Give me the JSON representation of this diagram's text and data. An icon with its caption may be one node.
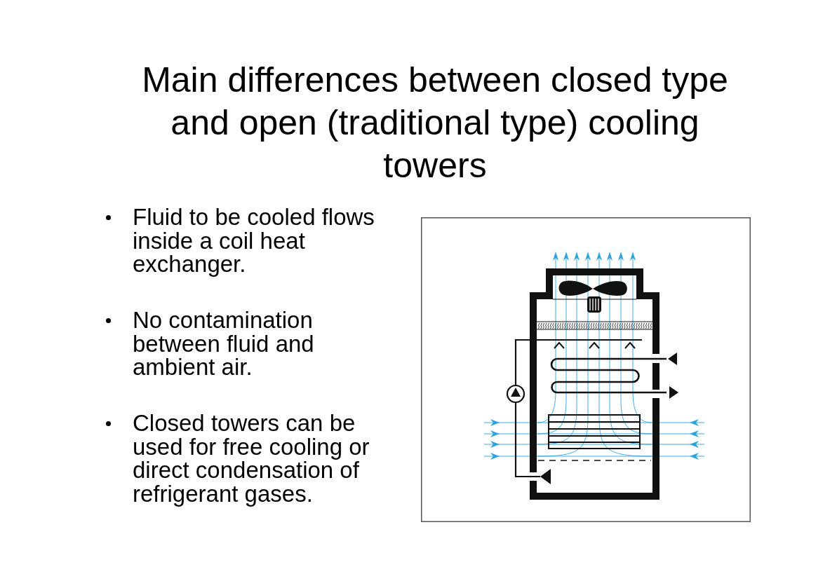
{
  "diagram": {
    "title": "Main differences between closed type and open (traditional type) cooling towers",
    "labels": [
      "Fluid to be cooled flows inside a coil heat exchanger.",
      "No contamination between fluid and ambient air.",
      "Closed towers can be used for free cooling or direct condensation of refrigerant gases."
    ]
  }
}
